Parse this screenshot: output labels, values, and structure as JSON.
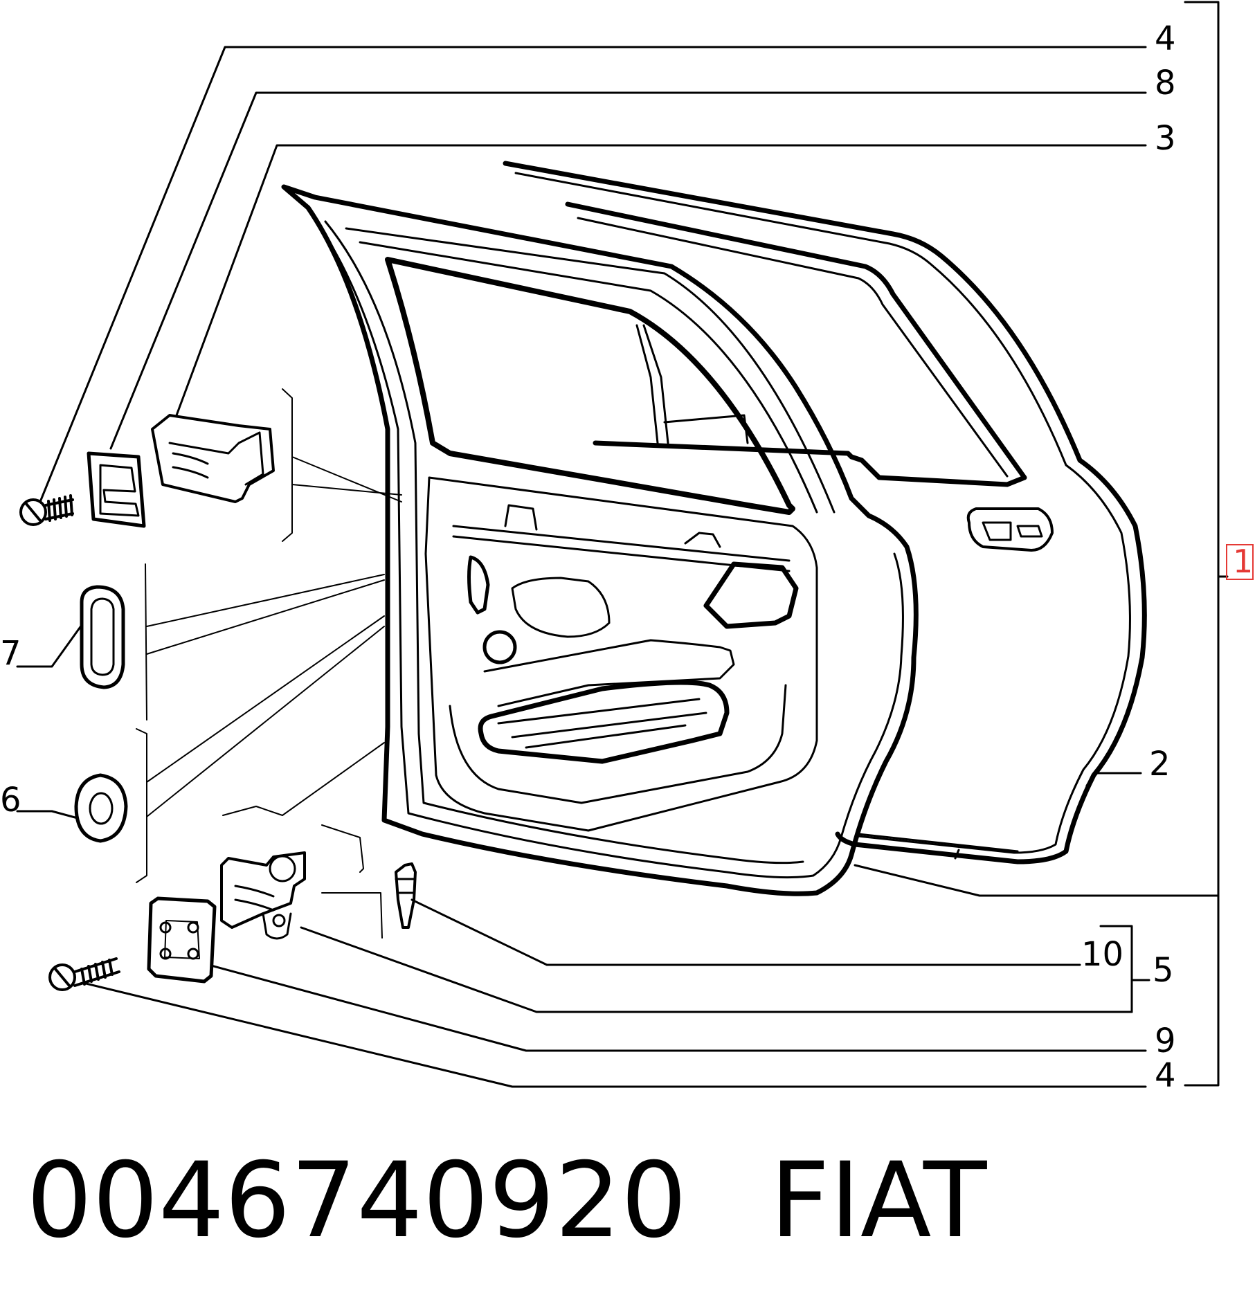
{
  "diagram": {
    "callouts": {
      "c1": "4",
      "c2": "8",
      "c3": "3",
      "c4": "7",
      "c5": "6",
      "c6": "2",
      "c7": "10",
      "c8": "5",
      "c9": "9",
      "c10": "4",
      "c11": "1"
    },
    "part_number": "0046740920",
    "brand": "FIAT",
    "colors": {
      "line": "#000000",
      "highlight": "#e53935",
      "background": "#ffffff"
    }
  }
}
